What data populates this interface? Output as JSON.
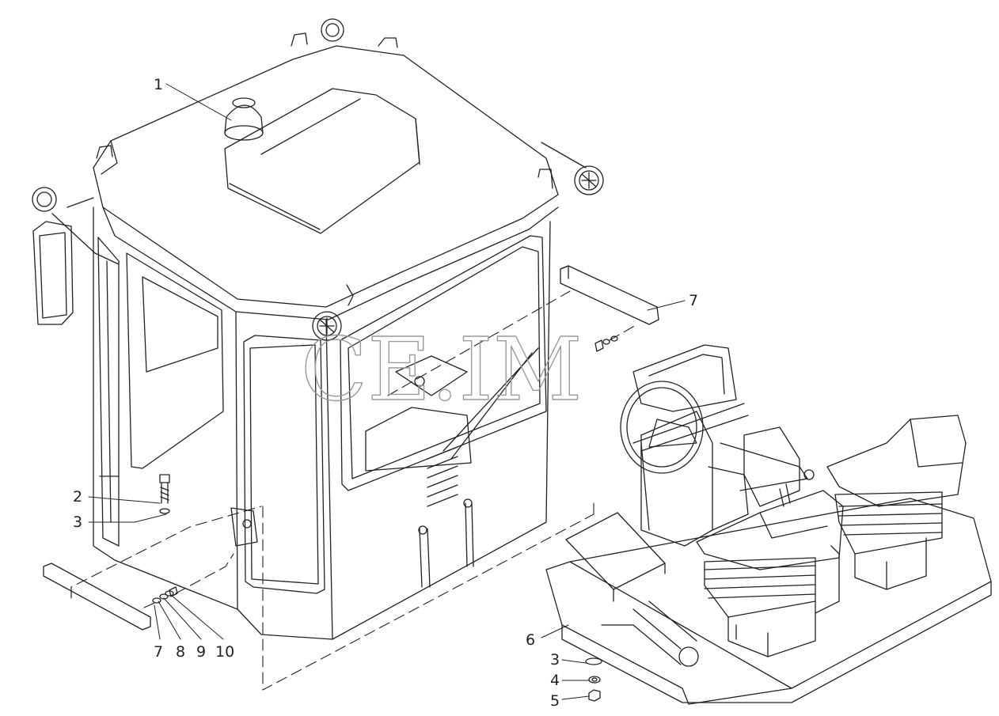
{
  "watermark": "CE.IM",
  "callouts": {
    "c1": "1",
    "c2": "2",
    "c3a": "3",
    "c7a": "7",
    "c8": "8",
    "c9": "9",
    "c10": "10",
    "c7b": "7",
    "c6": "6",
    "c3b": "3",
    "c4": "4",
    "c5": "5"
  },
  "colors": {
    "line": "#222222",
    "watermark": "#9a9a9a",
    "background": "#ffffff"
  }
}
